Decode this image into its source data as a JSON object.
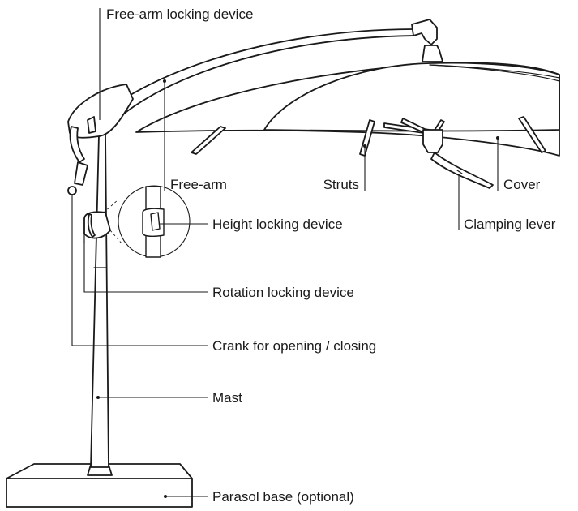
{
  "labels": {
    "free_arm_locking_device": "Free-arm locking device",
    "free_arm": "Free-arm",
    "struts": "Struts",
    "cover": "Cover",
    "height_locking_device": "Height locking device",
    "clamping_lever": "Clamping lever",
    "rotation_locking_device": "Rotation locking device",
    "crank": "Crank for opening / closing",
    "mast": "Mast",
    "parasol_base": "Parasol base (optional)"
  },
  "colors": {
    "line": "#1a1a1a",
    "background": "#ffffff"
  }
}
